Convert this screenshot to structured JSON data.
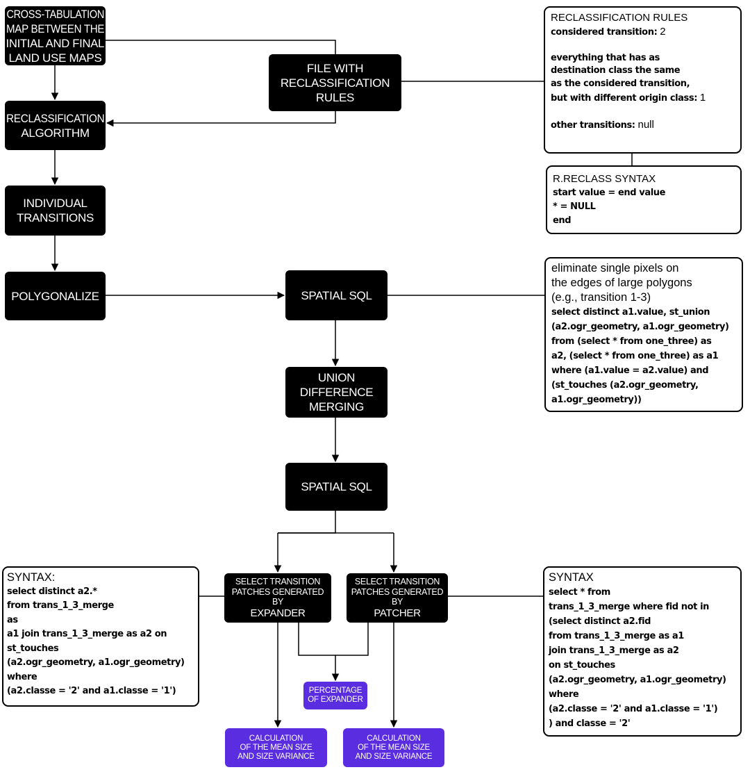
{
  "boxes": {
    "cross_tabulation": [
      "CROSS-TABULATION",
      "MAP BETWEEN THE",
      "INITIAL AND FINAL",
      "LAND USE MAPS"
    ],
    "file_reclass": [
      "FILE WITH",
      "RECLASSIFICATION",
      "RULES"
    ],
    "reclass_algorithm": [
      "RECLASSIFICATION",
      "ALGORITHM"
    ],
    "individual_transitions": [
      "INDIVIDUAL",
      "TRANSITIONS"
    ],
    "polygonalize": [
      "POLYGONALIZE"
    ],
    "spatial_sql_1": [
      "SPATIAL SQL"
    ],
    "union_difference": [
      "UNION",
      "DIFFERENCE",
      "MERGING"
    ],
    "spatial_sql_2": [
      "SPATIAL SQL"
    ],
    "select_expander": [
      "SELECT TRANSITION",
      "PATCHES GENERATED",
      "BY",
      "EXPANDER"
    ],
    "select_patcher": [
      "SELECT TRANSITION",
      "PATCHES GENERATED",
      "BY",
      "PATCHER"
    ],
    "percentage_expander": [
      "PERCENTAGE",
      "OF EXPANDER"
    ],
    "calc_expander": [
      "CALCULATION",
      "OF THE MEAN SIZE",
      "AND SIZE VARIANCE"
    ],
    "calc_patcher": [
      "CALCULATION",
      "OF THE MEAN SIZE",
      "AND SIZE VARIANCE"
    ]
  },
  "notes": {
    "reclass_rules": {
      "title": "RECLASSIFICATION RULES",
      "considered_label": "considered transition:",
      "considered_value": "2",
      "everything_lines": [
        "everything that has as",
        "destination class the same",
        "as the considered transition,"
      ],
      "different_label": "but with different origin class:",
      "different_value": "1",
      "other_label": "other transitions:",
      "other_value": "null"
    },
    "rreclass": {
      "title": "R.RECLASS SYNTAX",
      "lines": [
        "start value = end value",
        "* = NULL",
        "end"
      ]
    },
    "eliminate": {
      "plain_lines": [
        "eliminate single pixels on",
        "the  edges of large polygons",
        "(e.g., transition 1-3)"
      ],
      "bold_lines": [
        "select distinct a1.value, st_union",
        "(a2.ogr_geometry, a1.ogr_geometry)",
        "from (select * from one_three) as",
        "a2, (select * from one_three) as a1",
        "where (a1.value = a2.value) and",
        "(st_touches (a2.ogr_geometry,",
        "a1.ogr_geometry))"
      ]
    },
    "syntax_left": {
      "title": "SYNTAX:",
      "lines": [
        "select distinct a2.*",
        "from trans_1_3_merge",
        "as",
        "a1 join trans_1_3_merge as a2 on",
        "st_touches",
        "(a2.ogr_geometry, a1.ogr_geometry)",
        "where",
        "(a2.classe = '2' and a1.classe = '1')"
      ]
    },
    "syntax_right": {
      "title": "SYNTAX",
      "lines": [
        "select * from",
        "trans_1_3_merge where fid not in",
        "(select distinct a2.fid",
        "from trans_1_3_merge as a1",
        "join trans_1_3_merge as a2",
        "on st_touches",
        "(a2.ogr_geometry, a1.ogr_geometry)",
        "where",
        "(a2.classe = '2' and a1.classe = '1')",
        ") and classe = '2'"
      ]
    }
  },
  "colors": {
    "process_box": "#000000",
    "output_box": "#5b2de0",
    "line": "#000000"
  }
}
